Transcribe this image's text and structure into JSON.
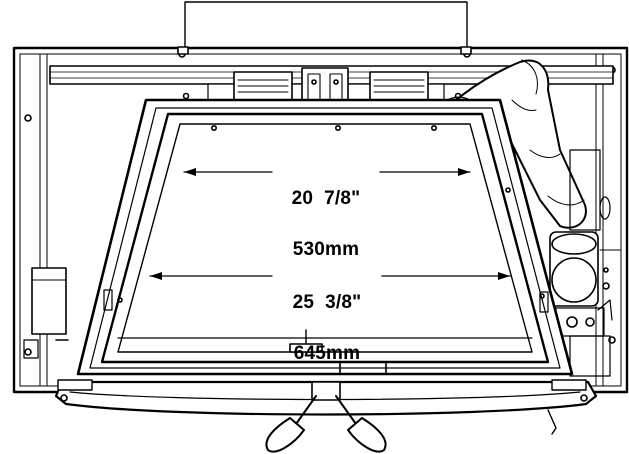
{
  "colors": {
    "line": "#000000",
    "background": "#ffffff",
    "shade": "#e8e8e8"
  },
  "dimensions": {
    "top_opening": {
      "imperial": "20  7/8\"",
      "metric": "530mm"
    },
    "bottom_opening": {
      "imperial": "25  3/8\"",
      "metric": "645mm"
    }
  }
}
